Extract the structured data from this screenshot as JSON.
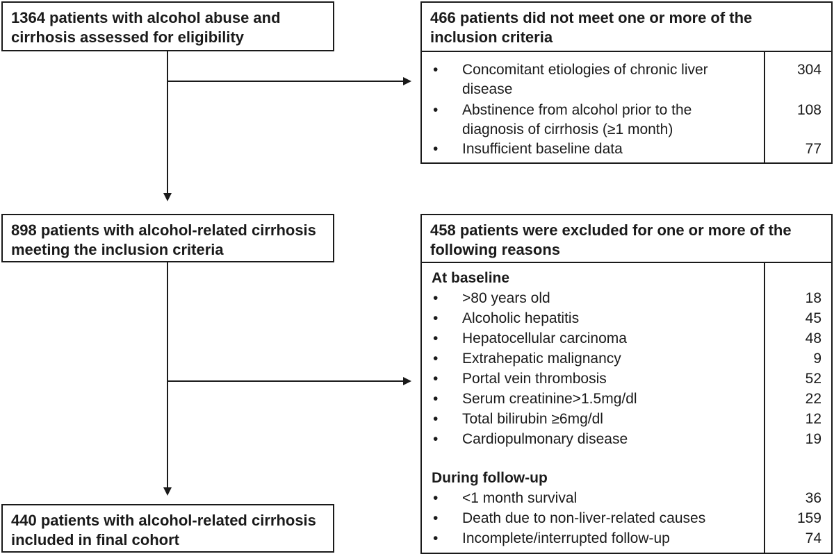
{
  "box_screened": "1364 patients with alcohol abuse and cirrhosis assessed for eligibility",
  "box_excluded1": {
    "title": "466 patients did not meet one or more of the inclusion criteria",
    "items": [
      {
        "bullet": "•",
        "label": "Concomitant etiologies of chronic liver disease",
        "count": "304"
      },
      {
        "bullet": "•",
        "label": "Abstinence from alcohol prior to the diagnosis of cirrhosis (≥1 month)",
        "count": "108"
      },
      {
        "bullet": "•",
        "label": "Insufficient baseline data",
        "count": "77"
      }
    ]
  },
  "box_eligible": "898 patients with alcohol-related cirrhosis meeting the inclusion criteria",
  "box_excluded2": {
    "title": "458 patients were excluded for one or more of the following reasons",
    "baseline_heading": "At baseline",
    "baseline_items": [
      {
        "bullet": "•",
        "label": ">80 years old",
        "count": "18"
      },
      {
        "bullet": "•",
        "label": "Alcoholic hepatitis",
        "count": "45"
      },
      {
        "bullet": "•",
        "label": "Hepatocellular carcinoma",
        "count": "48"
      },
      {
        "bullet": "•",
        "label": "Extrahepatic malignancy",
        "count": "9"
      },
      {
        "bullet": "•",
        "label": "Portal vein thrombosis",
        "count": "52"
      },
      {
        "bullet": "•",
        "label": "Serum creatinine>1.5mg/dl",
        "count": "22"
      },
      {
        "bullet": "•",
        "label": "Total bilirubin ≥6mg/dl",
        "count": "12"
      },
      {
        "bullet": "•",
        "label": "Cardiopulmonary disease",
        "count": "19"
      }
    ],
    "followup_heading": "During follow-up",
    "followup_items": [
      {
        "bullet": "•",
        "label": "<1 month survival",
        "count": "36"
      },
      {
        "bullet": "•",
        "label": "Death due to non-liver-related causes",
        "count": "159"
      },
      {
        "bullet": "•",
        "label": "Incomplete/interrupted follow-up",
        "count": "74"
      }
    ]
  },
  "box_final": "440 patients with alcohol-related cirrhosis included in final cohort"
}
